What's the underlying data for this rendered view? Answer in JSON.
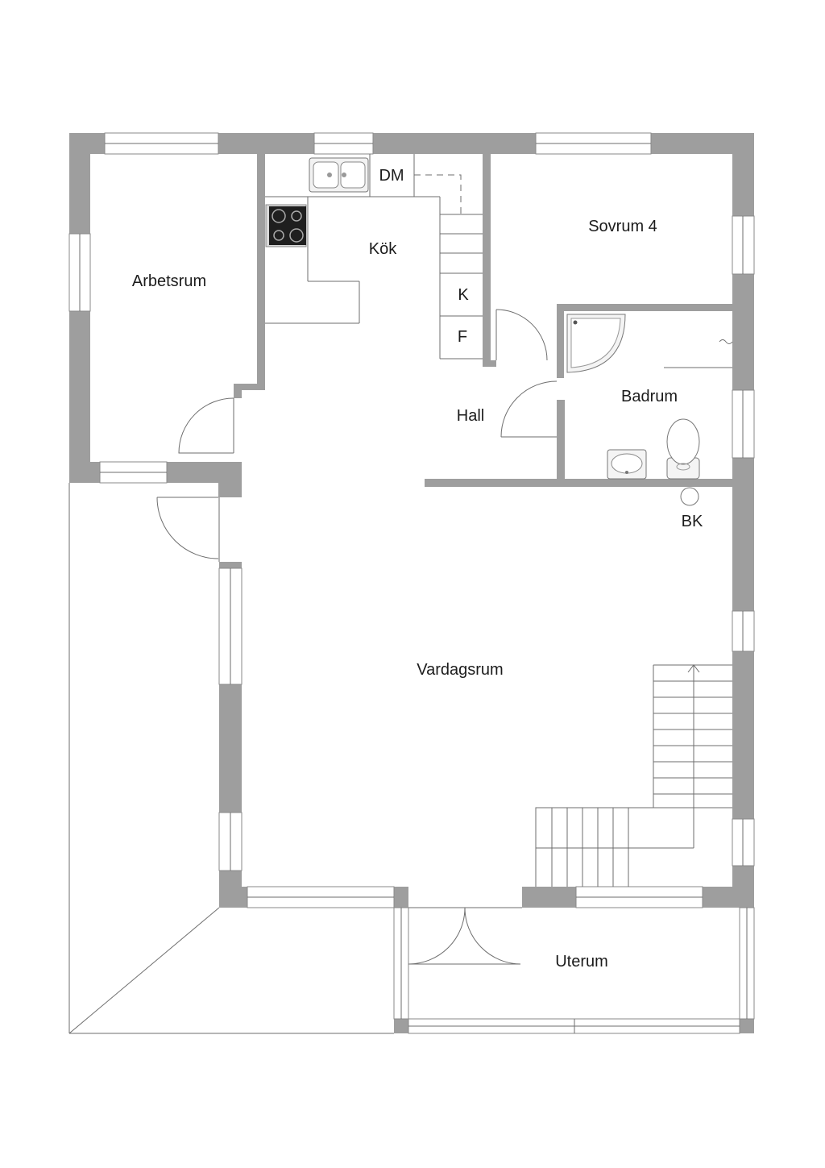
{
  "colors": {
    "wall": "#9e9e9e",
    "line": "#6e6e6e",
    "background": "#ffffff"
  },
  "rooms": {
    "arbetsrum": "Arbetsrum",
    "kok": "Kök",
    "sovrum4": "Sovrum 4",
    "hall": "Hall",
    "badrum": "Badrum",
    "vardagsrum": "Vardagsrum",
    "uterum": "Uterum"
  },
  "fixtures": {
    "dm": "DM",
    "k": "K",
    "f": "F",
    "bk": "BK"
  },
  "icons": [
    "double-sink-icon",
    "stove-icon",
    "corner-shower-icon",
    "toilet-icon",
    "washbasin-icon",
    "staircase-icon"
  ]
}
